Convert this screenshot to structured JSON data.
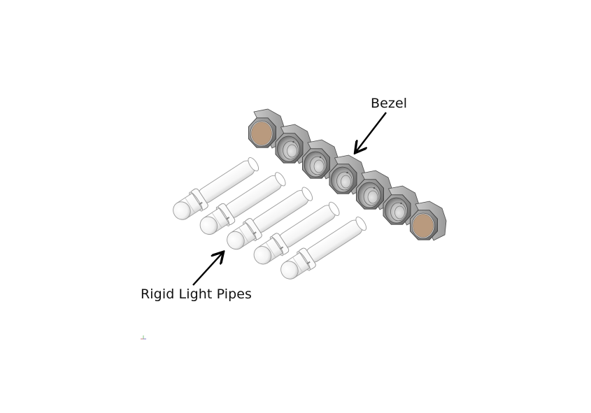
{
  "diagram": {
    "title": "Bezel and Rigid Light Pipes assembly",
    "labels": {
      "bezel": "Bezel",
      "light_pipes": "Rigid Light Pipes"
    },
    "bezel": {
      "cavity_count": 7,
      "filled_end_count": 2,
      "body_color": "#8a8a8a",
      "lens_color": "#b99a7e"
    },
    "light_pipes": {
      "count": 5,
      "color": "#ffffff",
      "outline_color": "#9a9a9a"
    },
    "arrow_color": "#000000",
    "triad_icon": "coordinate-axes-icon"
  }
}
